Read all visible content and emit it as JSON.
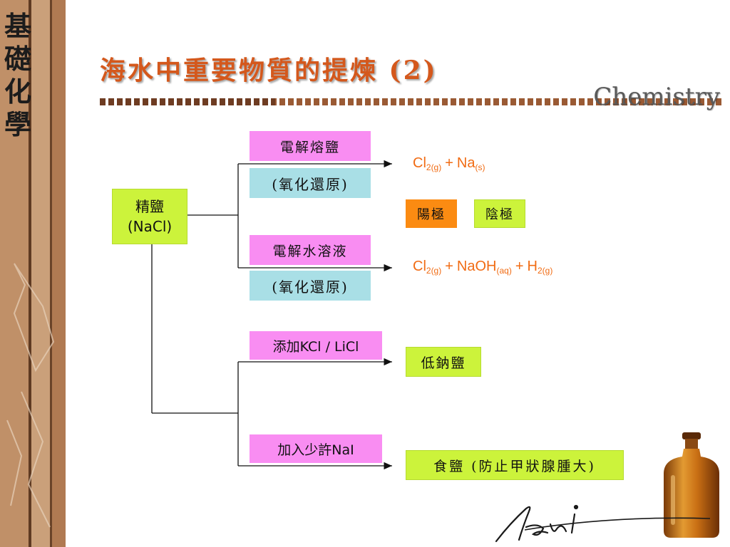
{
  "side": {
    "chars": [
      "基",
      "礎",
      "化",
      "學"
    ]
  },
  "header": {
    "title": "海水中重要物質的提煉 (2)",
    "brand": "Chemistry"
  },
  "diagram": {
    "source": {
      "line1": "精鹽",
      "line2": "(NaCl)"
    },
    "branches": [
      {
        "process": "電解熔鹽",
        "type": "(氧化還原)"
      },
      {
        "process": "電解水溶液",
        "type": "(氧化還原)"
      },
      {
        "process": "添加KCl / LiCl"
      },
      {
        "process": "加入少許NaI"
      }
    ],
    "products": {
      "p1": {
        "a": "Cl",
        "a_sub": "2(g)",
        "plus1": "+",
        "b": "Na",
        "b_sub": "(s)"
      },
      "electrodes": {
        "anode": "陽極",
        "cathode": "陰極"
      },
      "p2": {
        "a": "Cl",
        "a_sub": "2(g)",
        "plus1": "+",
        "b": "NaOH",
        "b_sub": "(aq)",
        "plus2": "+",
        "c": "H",
        "c_sub": "2(g)"
      },
      "p3": "低鈉鹽",
      "p4": "食鹽 (防止甲狀腺腫大)"
    }
  },
  "colors": {
    "title": "#d4581c",
    "formula": "#f16c14",
    "green": "#ccf33b",
    "pink": "#f98df2",
    "cyan": "#a9dfe6",
    "orange": "#fb8b12"
  }
}
